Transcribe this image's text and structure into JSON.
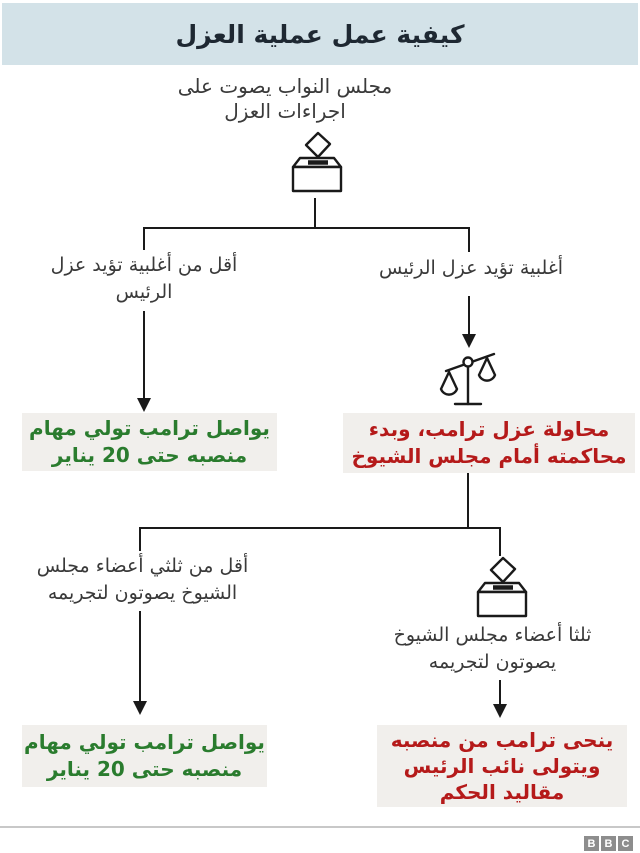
{
  "header": {
    "title": "كيفية عمل عملية العزل"
  },
  "flow": {
    "start": {
      "lines": [
        "مجلس النواب يصوت على",
        "اجراءات العزل"
      ]
    },
    "branch1": {
      "left_label": {
        "lines": [
          "أقل من أغلبية تؤيد عزل",
          "الرئيس"
        ]
      },
      "right_label": {
        "lines": [
          "أغلبية تؤيد عزل الرئيس"
        ]
      },
      "left_outcome": {
        "lines": [
          "يواصل ترامب تولي مهام",
          "منصبه حتى 20 يناير"
        ]
      },
      "right_outcome": {
        "lines": [
          "محاولة عزل ترامب، وبدء",
          "محاكمته أمام مجلس الشيوخ"
        ]
      }
    },
    "branch2": {
      "left_label": {
        "lines": [
          "أقل من ثلثي أعضاء مجلس",
          "الشيوخ يصوتون لتجريمه"
        ]
      },
      "right_label": {
        "lines": [
          "ثلثا أعضاء مجلس الشيوخ",
          "يصوتون لتجريمه"
        ]
      },
      "left_outcome": {
        "lines": [
          "يواصل ترامب تولي مهام",
          "منصبه حتى 20 يناير"
        ]
      },
      "right_outcome": {
        "lines": [
          "ينحى ترامب من منصبه",
          "ويتولى نائب الرئيس",
          "مقاليد الحكم"
        ]
      }
    }
  },
  "icons": {
    "ballot_box_top": "ballot-box-icon",
    "scales": "scales-of-justice-icon",
    "ballot_box_senate": "ballot-box-icon"
  },
  "footer": {
    "logo_letters": [
      "B",
      "B",
      "C"
    ]
  },
  "colors": {
    "title_bar_bg": "#d3e2e8",
    "title_text": "#1e2832",
    "label_text": "#3a3a3a",
    "outcome_box_bg": "#f1efec",
    "positive_green": "#2a7c2e",
    "negative_red": "#b51a1a",
    "line": "#1a1a1a",
    "divider": "#c8c8c8",
    "logo_gray": "#8d8d8d"
  }
}
